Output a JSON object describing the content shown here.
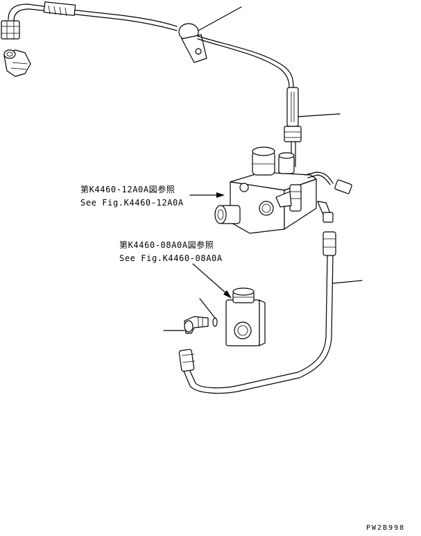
{
  "callouts": [
    {
      "id": "valve-block-ref",
      "line1": "第K4460-12A0A図参照",
      "line2": "See Fig.K4460-12A0A"
    },
    {
      "id": "small-valve-ref",
      "line1": "第K4460-08A0A図参照",
      "line2": "See Fig.K4460-08A0A"
    }
  ],
  "drawing_code": "PW2B998"
}
